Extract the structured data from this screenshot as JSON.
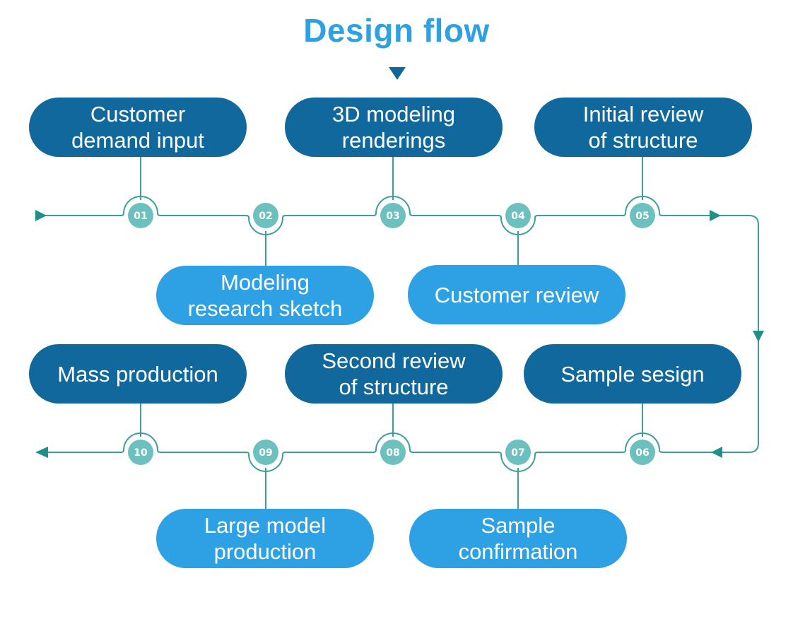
{
  "title": "Design flow",
  "colors": {
    "title": "#2ea1e3",
    "dark_box": "#11689c",
    "light_box": "#2ea1e5",
    "line": "#3d9e96",
    "node": "#6cc0bd",
    "arrow": "#1e9088"
  },
  "steps": [
    {
      "number": "01",
      "lines": [
        "Customer",
        "demand input"
      ],
      "style": "dark"
    },
    {
      "number": "02",
      "lines": [
        "Modeling",
        "research sketch"
      ],
      "style": "light"
    },
    {
      "number": "03",
      "lines": [
        "3D modeling",
        "renderings"
      ],
      "style": "dark"
    },
    {
      "number": "04",
      "lines": [
        "Customer review"
      ],
      "style": "light"
    },
    {
      "number": "05",
      "lines": [
        "Initial review",
        "of structure"
      ],
      "style": "dark"
    },
    {
      "number": "06",
      "lines": [
        "Sample sesign"
      ],
      "style": "dark"
    },
    {
      "number": "07",
      "lines": [
        "Sample",
        "confirmation"
      ],
      "style": "light"
    },
    {
      "number": "08",
      "lines": [
        "Second review",
        "of structure"
      ],
      "style": "dark"
    },
    {
      "number": "09",
      "lines": [
        "Large model",
        "production"
      ],
      "style": "light"
    },
    {
      "number": "10",
      "lines": [
        "Mass production"
      ],
      "style": "dark"
    }
  ]
}
